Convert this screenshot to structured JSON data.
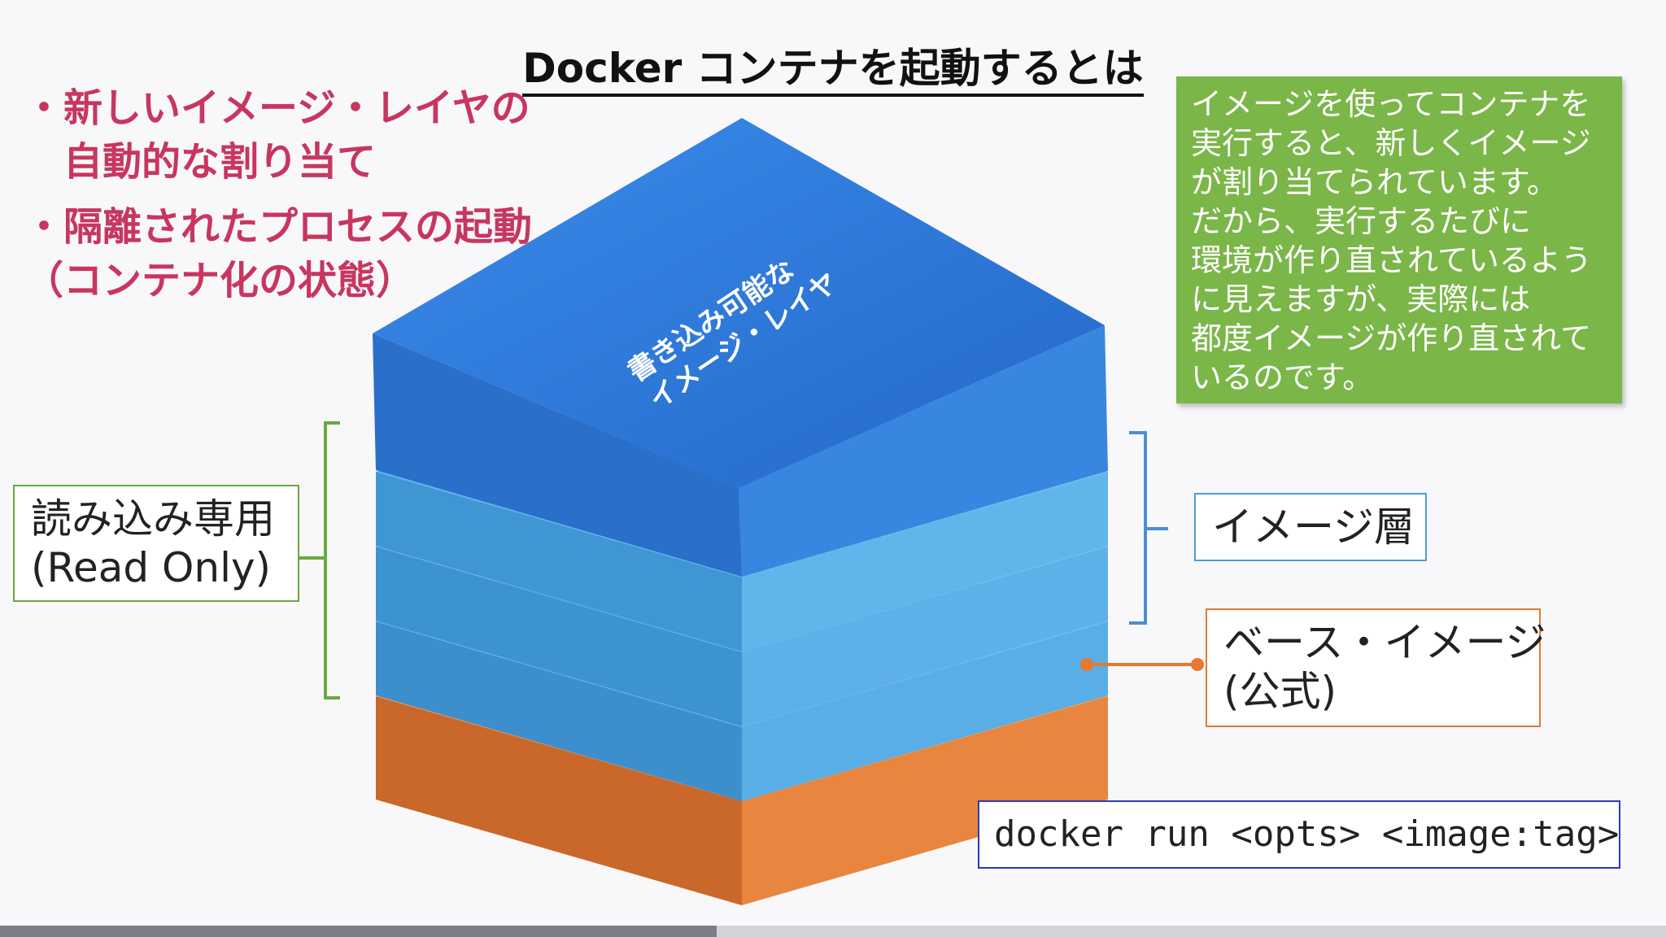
{
  "title": "Docker コンテナを起動するとは",
  "bullets": [
    {
      "lines": [
        "・新しいイメージ・レイヤの",
        "　自動的な割り当て"
      ]
    },
    {
      "lines": [
        "・隔離されたプロセスの起動",
        "（コンテナ化の状態）"
      ]
    }
  ],
  "note": {
    "lines": [
      "イメージを使ってコンテナを",
      "実行すると、新しくイメージ",
      "が割り当てられています。",
      "だから、実行するたびに",
      "環境が作り直されているよう",
      "に見えますが、実際には",
      "都度イメージが作り直されて",
      "いるのです。"
    ]
  },
  "top_layer_label": [
    "書き込み可能な",
    "イメージ・レイヤ"
  ],
  "read_only_label": [
    "読み込み専用",
    "(Read Only)"
  ],
  "image_layer_label": "イメージ層",
  "base_image_label": [
    "ベース・イメージ",
    "(公式)"
  ],
  "command": "docker run <opts> <image:tag>",
  "colors": {
    "top_layer": "#2f7fe0",
    "image_layer": "#56aeea",
    "base_layer": "#e8853f",
    "note_bg": "#7ab648",
    "bullet_text": "#c8365f",
    "read_only_bracket": "#6aa842",
    "image_bracket": "#4a8fd0",
    "base_connector": "#e6782f",
    "command_border": "#2b3bb8"
  },
  "progress": 0.43
}
